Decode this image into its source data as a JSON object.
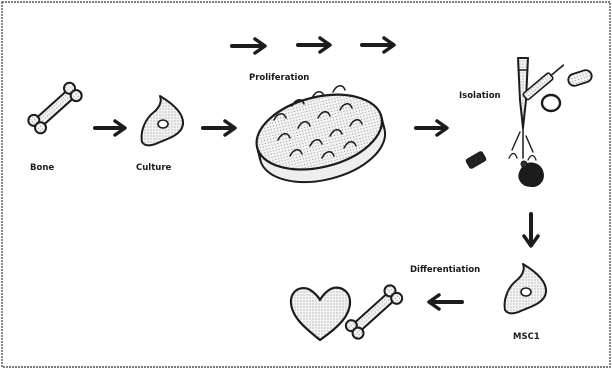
{
  "labels": {
    "bone": "Bone",
    "culture": "Culture",
    "proliferation": "Proliferation",
    "isolation": "Isolation",
    "mscs": "MSC1",
    "differentiation": "Differentiation"
  },
  "colors": {
    "stroke": "#1a1a1a",
    "fill": "#f2f2f2",
    "frame": "#555555"
  }
}
